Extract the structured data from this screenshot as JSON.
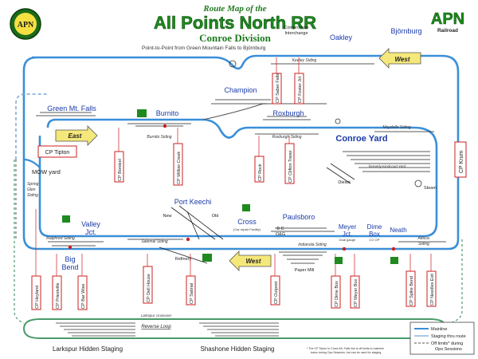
{
  "header": {
    "route_map_of_the": "Route Map of the",
    "railroad_name": "All Points North RR",
    "division": "Conroe Division",
    "subtitle": "Point-to-Point from Green Mountain Falls to Björnburg",
    "logo_letters": "APN",
    "right_logo_brand": "APN",
    "right_logo_word": "Railroad"
  },
  "places": {
    "oakley": "Oakley",
    "bjornburg": "Björnburg",
    "compromise": "Compromise",
    "interchange": "Interchange",
    "keeley_siding": "Keeley Siding",
    "champion": "Champion",
    "roxburgh": "Roxburgh",
    "roxburgh_siding": "Roxburgh Siding",
    "maydelle_siding": "Maydelle Siding",
    "conroe_yard": "Conroe Yard",
    "kimmerly_yard": "formerly Kindcourt Yard",
    "diesel": "Diesel",
    "steam": "Steam",
    "green_mt_falls": "Green Mt. Falls",
    "burnito": "Burnito",
    "burnito_siding": "Burnito Siding",
    "mow_yard": "MOW yard",
    "spring_glen": "Spring",
    "glen": "Glen",
    "siding": "Siding",
    "port_keechi": "Port Keechi",
    "new": "New",
    "old": "Old",
    "cross": "Cross",
    "cross_note": "(Car repair Facility)",
    "paulsboro": "Paulsboro",
    "bc": "B C",
    "og": "O&G",
    "indianola_siding": "Indianola Siding",
    "meyer_jct": "Meyer",
    "meyer_jct2": "Jct.",
    "meyer_sub": "Dual gauge",
    "dime_box": "Dime",
    "dime_box2": "Box",
    "dime_sub": "CO OP",
    "neath": "Neath",
    "atticus_siding": "Atticus",
    "atticus_siding2": "Siding",
    "valley_jct": "Valley",
    "valley_jct2": "Jct.",
    "ralphred_siding": "Ralphred Siding",
    "big_bend": "Big",
    "big_bend2": "Bend",
    "salemal_siding": "Salemal Siding",
    "refinery": "Refinery",
    "paper_mill": "Paper Mill",
    "reverse_loop": "Reverse Loop",
    "larkspur_crossover": "Larkspur crossover",
    "larkspur_staging": "Larkspur Hidden Staging",
    "shashone_staging": "Shashone Hidden Staging"
  },
  "directions": {
    "east": "East",
    "west_top": "West",
    "west_bottom": "West"
  },
  "control_points": [
    "CP Saber Falls",
    "CP Foster Jct",
    "CP Bordeel",
    "CP Willow Creek",
    "CP Rock",
    "CP Clifton Tower",
    "CP Tipton",
    "CP Krum",
    "CP Heyland",
    "CP Priestville",
    "CP Bar Wise",
    "CP Dell House",
    "CP Satmal",
    "CP Outpost",
    "CP Dime Box",
    "CP Meyer Box",
    "CP Spike Bend",
    "CP Needles Exit"
  ],
  "legend": {
    "mainline": "Mainline",
    "staging": "Staging thru route",
    "offlimits": "Off limits* during",
    "offlimits2": "Ops Sessions"
  },
  "footnote": {
    "line1": "* The CP Tipton to Cross Mt. Falls line is off limits to mainline",
    "line2": "trains during Ops Sessions, but can be used for staging."
  },
  "colors": {
    "mainline": "#3b8fd8",
    "staging": "#7aa6d4",
    "title_green": "#1f7a1f",
    "cp_red": "#cc1f1f",
    "direction_yellow": "#f5e87a"
  }
}
